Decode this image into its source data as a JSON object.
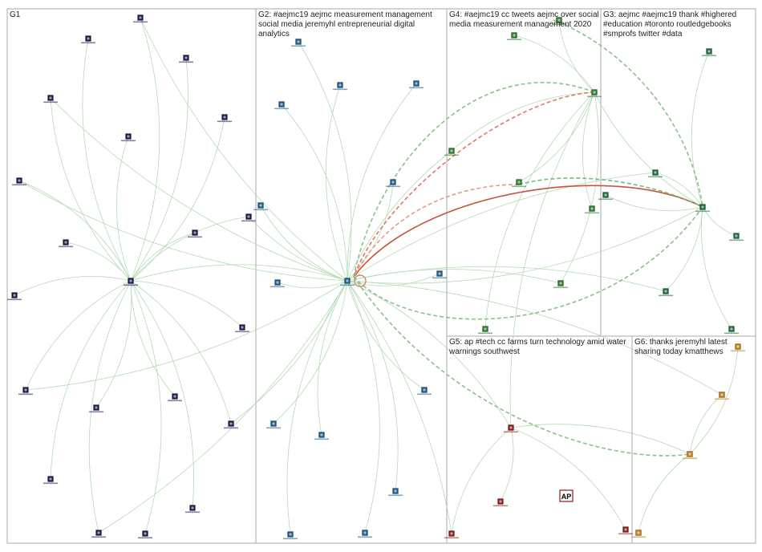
{
  "groups": [
    {
      "id": "G1",
      "title": "G1"
    },
    {
      "id": "G2",
      "title": "G2: #aejmc19 aejmc measurement management social media jeremyhl entrepreneurial digital analytics"
    },
    {
      "id": "G3",
      "title": "G3: aejmc #aejmc19 thank #highered #education #toronto routledgebooks #smprofs twitter #data"
    },
    {
      "id": "G4",
      "title": "G4: #aejmc19 cc tweets aejmc over social media measurement management 2020"
    },
    {
      "id": "G5",
      "title": "G5: ap #tech cc farms turn technology amid water warnings southwest"
    },
    {
      "id": "G6",
      "title": "G6: thanks jeremyhl latest sharing today kmatthews"
    }
  ],
  "node_badge": "AP",
  "colors": {
    "frame": "#aaaaaa",
    "edge": "#8cc28c",
    "strong_edge": "#d9664a",
    "g1": "#1a1a4a",
    "g2": "#1d5a8a",
    "g3": "#1a6a3a",
    "g4": "#2a7a2a",
    "g5": "#8a1a1a",
    "g6": "#c07a1a"
  }
}
